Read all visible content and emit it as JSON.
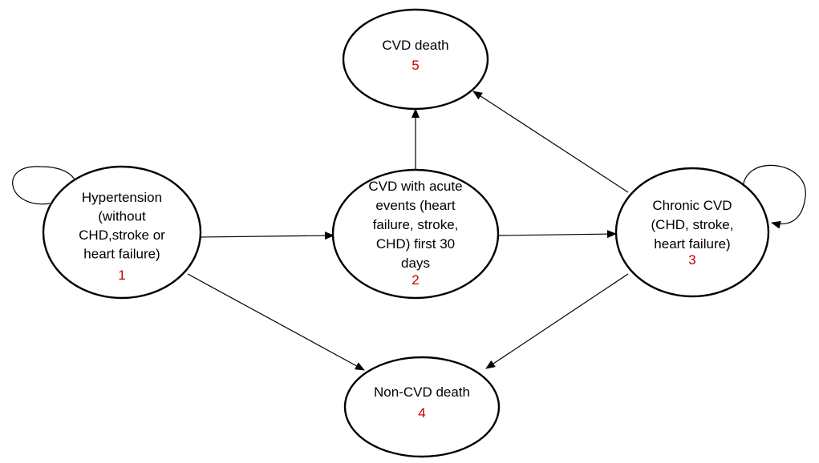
{
  "colors": {
    "number": "#c00000",
    "stroke": "#000000"
  },
  "nodes": [
    {
      "id": "hypertension",
      "lines": [
        "Hypertension",
        "(without",
        "CHD,stroke or",
        "heart failure)"
      ],
      "number": "1"
    },
    {
      "id": "acute",
      "lines": [
        "CVD with acute",
        "events (heart",
        "failure, stroke,",
        "CHD) first 30",
        "days"
      ],
      "number": "2"
    },
    {
      "id": "chronic",
      "lines": [
        "Chronic CVD",
        "(CHD, stroke,",
        "heart failure)"
      ],
      "number": "3"
    },
    {
      "id": "noncvd",
      "lines": [
        "Non-CVD death"
      ],
      "number": "4"
    },
    {
      "id": "cvddeath",
      "lines": [
        "CVD death"
      ],
      "number": "5"
    }
  ],
  "edges": [
    {
      "from": "hypertension",
      "to": "acute"
    },
    {
      "from": "hypertension",
      "to": "noncvd"
    },
    {
      "from": "acute",
      "to": "chronic"
    },
    {
      "from": "acute",
      "to": "cvddeath"
    },
    {
      "from": "chronic",
      "to": "cvddeath"
    },
    {
      "from": "chronic",
      "to": "noncvd"
    },
    {
      "from": "hypertension",
      "to": "hypertension"
    },
    {
      "from": "chronic",
      "to": "chronic"
    }
  ]
}
